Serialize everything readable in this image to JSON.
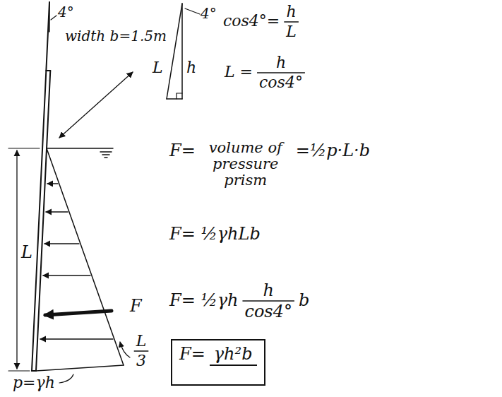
{
  "diagram": {
    "nodes": [
      {
        "text": [
          "F=",
          "γh²b"
        ]
      }
    ],
    "labels": [
      "4°",
      "width b=1.5m",
      "L",
      "F",
      "L",
      "3",
      "p=γh",
      "4°",
      "L",
      "h",
      "cos4°=",
      "h",
      "L",
      "L =",
      "h",
      "cos4°",
      "F=",
      "volume of pressure prism",
      "=½p·L·b",
      "F= ½γhLb",
      "F= ½γh",
      "h",
      "cos4°",
      "b"
    ]
  }
}
